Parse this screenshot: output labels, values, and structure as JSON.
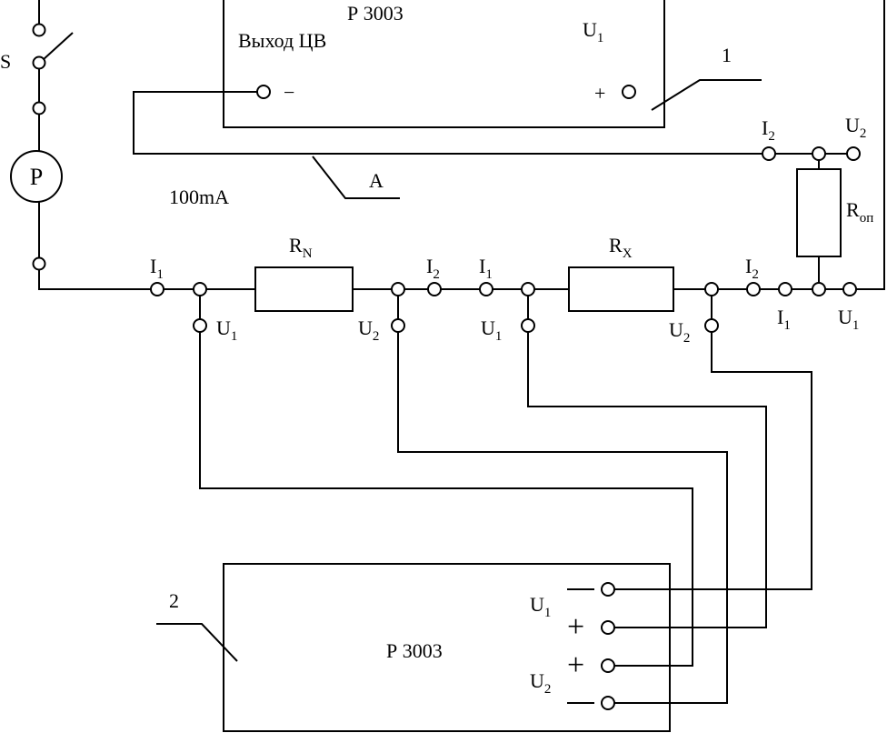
{
  "top_device": {
    "model": "Р 3003",
    "output_label": "Выход ЦВ",
    "u_label": "U",
    "u_sub": "1",
    "minus": "−",
    "plus": "+"
  },
  "bottom_device": {
    "model": "Р 3003",
    "u1_label": "U",
    "u1_sub": "1",
    "u2_label": "U",
    "u2_sub": "2",
    "plus1": "+",
    "plus2": "+"
  },
  "switch_label": "S",
  "ammeter_symbol": "P",
  "current_label": "100mA",
  "callouts": {
    "one": "1",
    "two": "2",
    "a": "A"
  },
  "rn": {
    "main": "R",
    "sub": "N"
  },
  "rx": {
    "main": "R",
    "sub": "X"
  },
  "rop": {
    "main": "R",
    "sub": "оп"
  },
  "terminals": {
    "i1": {
      "main": "I",
      "sub": "1"
    },
    "i2": {
      "main": "I",
      "sub": "2"
    },
    "u1": {
      "main": "U",
      "sub": "1"
    },
    "u2": {
      "main": "U",
      "sub": "2"
    }
  }
}
